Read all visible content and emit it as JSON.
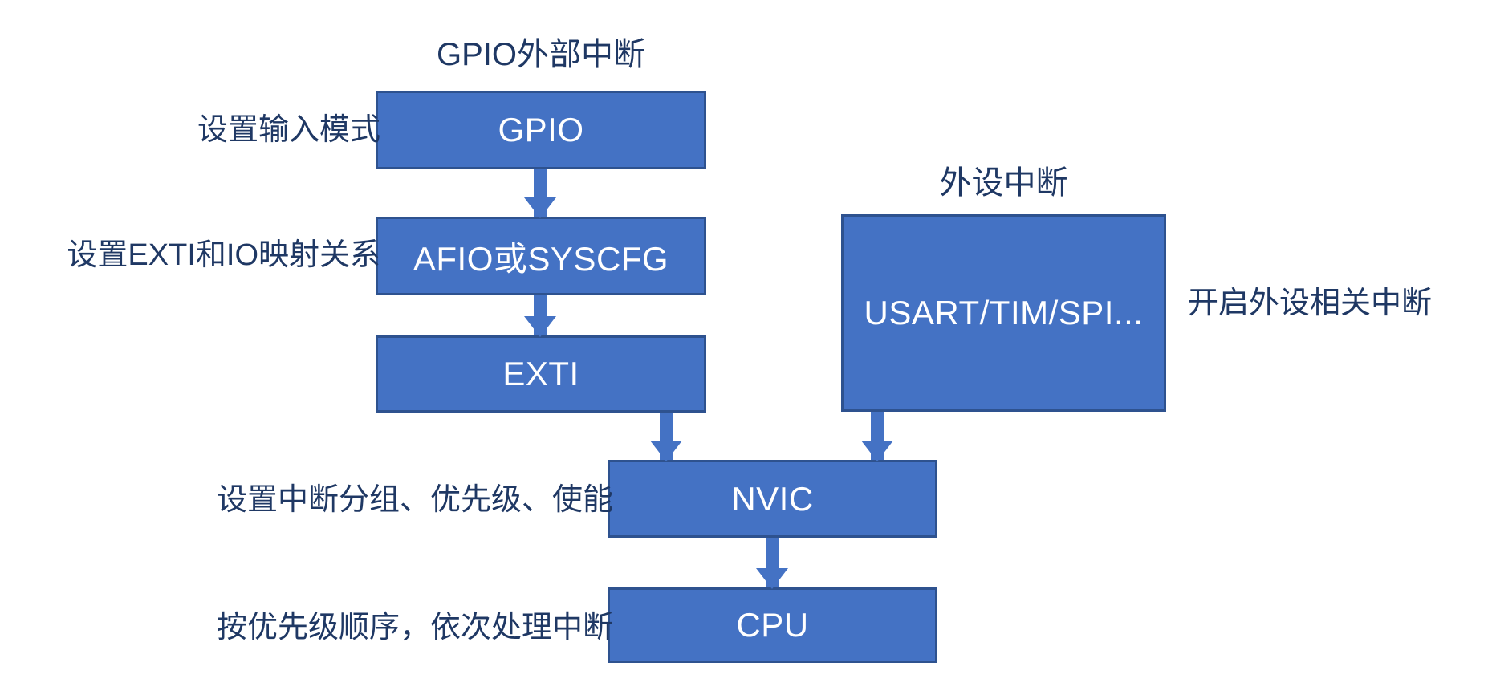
{
  "diagram": {
    "title_gpio_section": "GPIO外部中断",
    "title_peripheral_section": "外设中断",
    "blocks": [
      {
        "id": "gpio",
        "label": "GPIO"
      },
      {
        "id": "afio",
        "label": "AFIO或SYSCFG"
      },
      {
        "id": "exti",
        "label": "EXTI"
      },
      {
        "id": "peripheral",
        "label": "USART/TIM/SPI..."
      },
      {
        "id": "nvic",
        "label": "NVIC"
      },
      {
        "id": "cpu",
        "label": "CPU"
      }
    ],
    "annotations": [
      {
        "id": "gpio-note",
        "text": "设置输入模式"
      },
      {
        "id": "afio-note",
        "text": "设置EXTI和IO映射关系"
      },
      {
        "id": "nvic-note",
        "text": "设置中断分组、优先级、使能"
      },
      {
        "id": "cpu-note",
        "text": "按优先级顺序，依次处理中断"
      },
      {
        "id": "peripheral-note",
        "text": "开启外设相关中断"
      }
    ],
    "arrows": [
      {
        "id": "gpio-to-afio",
        "from": "GPIO",
        "to": "AFIO或SYSCFG"
      },
      {
        "id": "afio-to-exti",
        "from": "AFIO或SYSCFG",
        "to": "EXTI"
      },
      {
        "id": "exti-to-nvic",
        "from": "EXTI",
        "to": "NVIC"
      },
      {
        "id": "peripheral-to-nvic",
        "from": "USART/TIM/SPI...",
        "to": "NVIC"
      },
      {
        "id": "nvic-to-cpu",
        "from": "NVIC",
        "to": "CPU"
      }
    ],
    "colors": {
      "block_fill": "#4472C4",
      "block_border": "#2E528F",
      "block_text": "#FFFFFF",
      "annotation_text": "#1F3864",
      "arrow": "#4472C4",
      "background": "#FFFFFF"
    }
  }
}
